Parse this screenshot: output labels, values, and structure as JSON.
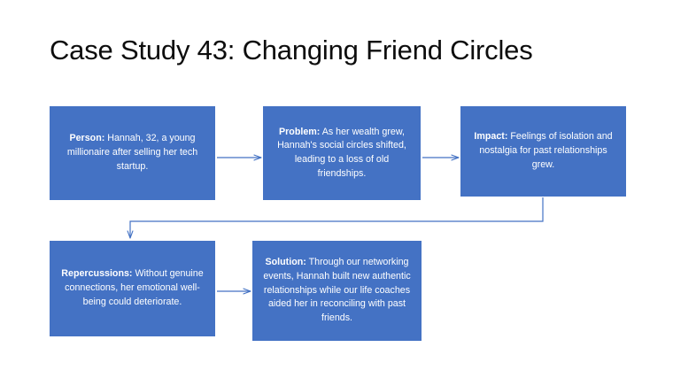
{
  "slide": {
    "title": "Case Study 43: Changing Friend Circles",
    "background_color": "#FFFFFF",
    "title_color": "#0D0D0D",
    "box_fill_color": "#4472C4",
    "box_text_color": "#FFFFFF",
    "connector_color": "#4472C4"
  },
  "boxes": [
    {
      "id": "person",
      "label": "Person:",
      "body": " Hannah, 32, a young millionaire after selling her tech startup."
    },
    {
      "id": "problem",
      "label": "Problem:",
      "body": " As her wealth grew, Hannah's social circles shifted, leading to a loss of old friendships."
    },
    {
      "id": "impact",
      "label": "Impact:",
      "body": " Feelings of isolation and nostalgia for past relationships grew."
    },
    {
      "id": "repercussions",
      "label": "Repercussions:",
      "body": " Without genuine connections, her emotional well-being could deteriorate."
    },
    {
      "id": "solution",
      "label": "Solution:",
      "body": " Through our networking events, Hannah built new authentic relationships while our life coaches aided her in reconciling with past friends."
    }
  ],
  "connectors": [
    {
      "id": "person-to-problem",
      "type": "straight-arrow-right"
    },
    {
      "id": "problem-to-impact",
      "type": "straight-arrow-right"
    },
    {
      "id": "impact-to-repercussions",
      "type": "elbow-arrow-down"
    },
    {
      "id": "repercussions-to-solution",
      "type": "straight-arrow-right"
    }
  ]
}
